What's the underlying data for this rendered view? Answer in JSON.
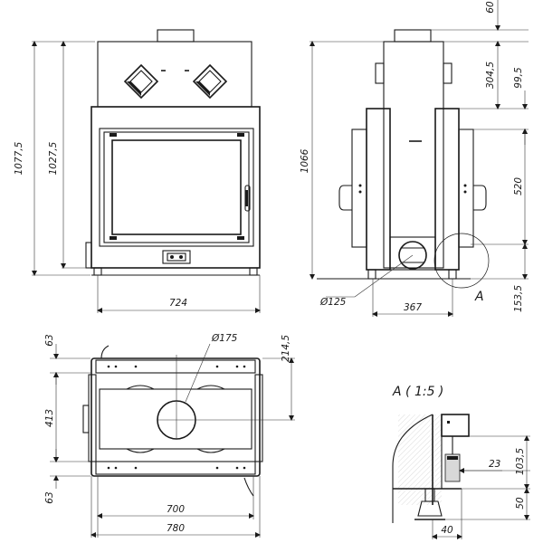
{
  "dimensions": {
    "front_overall_height": "1077,5",
    "front_height": "1027,5",
    "front_width": "724",
    "side_height": "1066",
    "side_top_extra": "60",
    "side_top_offset": "304,5",
    "side_right_offset": "99,5",
    "side_body": "520",
    "side_bottom_offset": "153,5",
    "side_depth": "367",
    "side_duct": "Ø125",
    "top_outlet": "Ø175",
    "top_outlet_offset": "214,5",
    "top_front": "63",
    "top_depth": "413",
    "top_back": "63",
    "top_inner_width": "700",
    "top_overall_width": "780",
    "detail_width_small": "23",
    "detail_height": "103,5",
    "detail_foot": "50",
    "detail_bottom": "40"
  },
  "labels": {
    "detail_marker": "A",
    "detail_title": "A ( 1:5 )"
  }
}
